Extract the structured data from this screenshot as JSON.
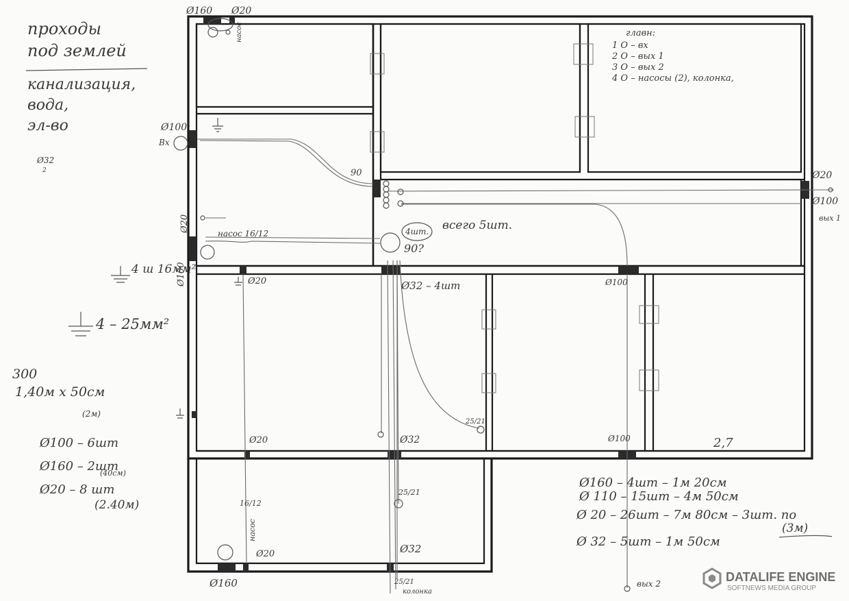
{
  "notes": {
    "title_line1": "проходы",
    "title_line2": "под землей",
    "subtitle_line1": "канализация,",
    "subtitle_line2": "вода,",
    "subtitle_line3": "эл-во",
    "d32_note": "Ø32",
    "d32_sub": "2",
    "ground1": "4 ш 16мм²",
    "ground2": "4 – 25мм²",
    "pit_line1": "300",
    "pit_line2": "1,40м х 50см",
    "sum_2m": "(2м)",
    "sum_d100": "Ø100 – 6шт",
    "sum_d160": "Ø160 – 2шт",
    "sum_d160_note": "(40см)",
    "sum_d20": "Ø20 – 8 шт",
    "sum_d20_note": "(2.40м)"
  },
  "legend": {
    "title": "главн:",
    "items": [
      "1 О – вх",
      "2 О – вых 1",
      "3 О – вых 2",
      "4 О – насосы (2), колонка,"
    ]
  },
  "labels": {
    "d160_top": "Ø160",
    "d20_top": "Ø20",
    "nasos_top": "насос",
    "d100_left": "Ø100",
    "vh": "Вх",
    "n90_top": "90",
    "d20_left": "Ø20",
    "nasos_16": "насос 16/12",
    "count_4": "4шт.",
    "total": "всего 5шт.",
    "n90_mid": "90?",
    "d160_left": "Ø160",
    "d20_mid": "Ø20",
    "d32_4": "Ø32 – 4шт",
    "d100_mid": "Ø100",
    "d20_right": "Ø20",
    "d100_right": "Ø100",
    "vyh1": "вых 1",
    "n25_21_a": "25/21",
    "d20_low": "Ø20",
    "d32_low": "Ø32",
    "d100_low": "Ø100",
    "room_27": "2,7",
    "n16_12": "16/12",
    "n25_21_b": "25/21",
    "nasos_v": "насос",
    "d20_bot": "Ø20",
    "d32_bot": "Ø32",
    "d160_bot": "Ø160",
    "n25_21_c": "25/21",
    "kolonka": "колонка",
    "vyh2": "вых 2"
  },
  "totals": {
    "r1": "Ø160 – 4шт – 1м 20см",
    "r2": "Ø 110 – 15шт – 4м 50см",
    "r3": "Ø 20 – 26шт – 7м 80см – 3шт. по",
    "r3_note": "(3м)",
    "r4": "Ø 32 – 5шт – 1м 50см"
  },
  "logo": {
    "name": "DATALIFE ENGINE",
    "sub": "SOFTNEWS MEDIA GROUP"
  }
}
